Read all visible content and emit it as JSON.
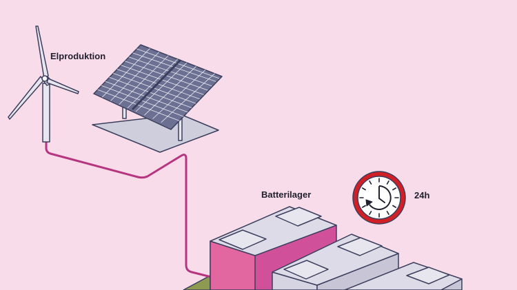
{
  "labels": {
    "production": "Elproduktion",
    "battery_storage": "Batterilager",
    "duration": "24h"
  },
  "icons": {
    "wind": "wind-turbine-icon",
    "solar": "solar-panel-icon",
    "battery": "battery-module-icon",
    "clock": "clock-24h-icon"
  },
  "colors": {
    "background": "#f9dcea",
    "outline": "#3b3e5c",
    "panel_fill": "#6c7092",
    "cable": "#b5357f",
    "clock_ring": "#d01f26",
    "battery_pink": "#d0519a",
    "battery_grey": "#dedbe8"
  }
}
